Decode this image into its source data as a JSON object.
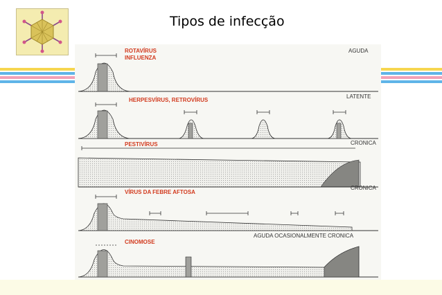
{
  "slide": {
    "title": "Tipos de infecção"
  },
  "colors": {
    "stripe_yellow": "#f6d64f",
    "stripe_blue": "#5fb4e8",
    "stripe_pink": "#f2a1b6",
    "logo_bg": "#f4ecb0",
    "label_red": "#d23a1e"
  },
  "logo": {
    "icon": "adenovirus-icon"
  },
  "panels": [
    {
      "labels": [
        "ROTAVÍRUS",
        "INFLUENZA"
      ],
      "type_label": "AGUDA"
    },
    {
      "labels": [
        "HERPESVÍRUS, RETROVÍRUS"
      ],
      "type_label": "LATENTE"
    },
    {
      "labels": [
        "PESTIVÍRUS"
      ],
      "type_label": "CRONICA"
    },
    {
      "labels": [
        "VÍRUS DA FEBRE AFTOSA"
      ],
      "type_label": "CRONICA"
    },
    {
      "labels": [
        "CINOMOSE"
      ],
      "type_label": "AGUDA OCASIONALMENTE CRONICA"
    }
  ]
}
